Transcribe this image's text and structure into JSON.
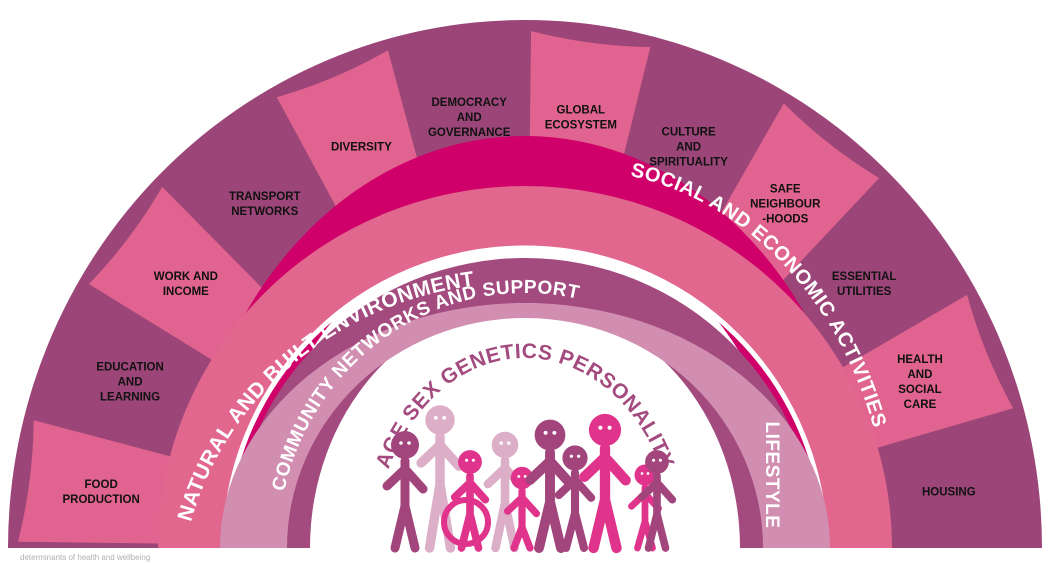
{
  "colors": {
    "dark": "#9b4578",
    "light": "#e0648f",
    "magenta": "#cf0069",
    "pink": "#e2678e",
    "mid": "#a34a7f",
    "pale": "#d18eb1",
    "figure_dark": "#a3457d",
    "figure_pink": "#e0338b",
    "figure_pale": "#dcaec8",
    "background": "#ffffff"
  },
  "outer_ring": {
    "segments": [
      {
        "lines": [
          "FOOD",
          "PRODUCTION"
        ],
        "tone": "light"
      },
      {
        "lines": [
          "EDUCATION",
          "AND",
          "LEARNING"
        ],
        "tone": "dark"
      },
      {
        "lines": [
          "WORK AND",
          "INCOME"
        ],
        "tone": "light"
      },
      {
        "lines": [
          "TRANSPORT",
          "NETWORKS"
        ],
        "tone": "dark"
      },
      {
        "lines": [
          "DIVERSITY"
        ],
        "tone": "light"
      },
      {
        "lines": [
          "DEMOCRACY",
          "AND",
          "GOVERNANCE"
        ],
        "tone": "dark"
      },
      {
        "lines": [
          "GLOBAL",
          "ECOSYSTEM"
        ],
        "tone": "light"
      },
      {
        "lines": [
          "CULTURE",
          "AND",
          "SPIRITUALITY"
        ],
        "tone": "dark"
      },
      {
        "lines": [
          "SAFE",
          "NEIGHBOUR",
          "-HOODS"
        ],
        "tone": "light"
      },
      {
        "lines": [
          "ESSENTIAL",
          "UTILITIES"
        ],
        "tone": "dark"
      },
      {
        "lines": [
          "HEALTH",
          "AND",
          "SOCIAL",
          "CARE"
        ],
        "tone": "light"
      },
      {
        "lines": [
          "HOUSING"
        ],
        "tone": "dark"
      }
    ]
  },
  "bands": {
    "environment": "NATURAL AND BUILT ENVIRONMENT",
    "social_economic": "SOCIAL AND ECONOMIC ACTIVITIES",
    "community": "COMMUNITY NETWORKS AND SUPPORT",
    "lifestyle": "LIFESTYLE",
    "individual": "AGE SEX GENETICS PERSONALITY"
  },
  "caption": "determinants of health and wellbeing"
}
